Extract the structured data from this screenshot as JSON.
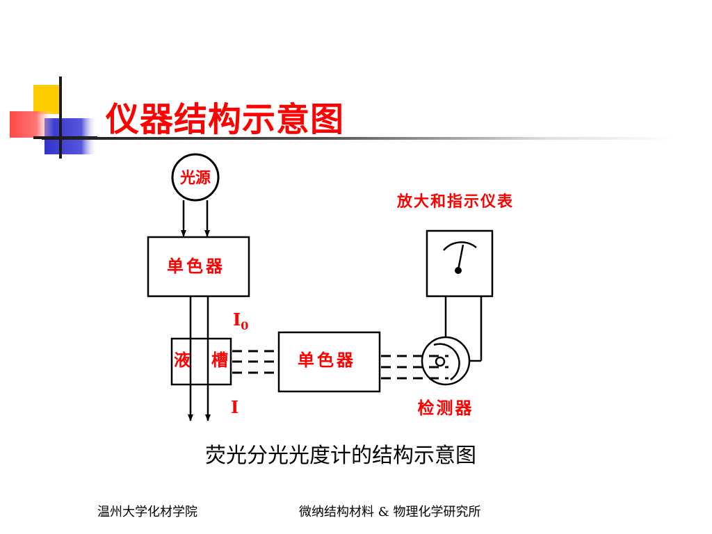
{
  "slide": {
    "title": "仪器结构示意图",
    "caption": "荧光分光光度计的结构示意图"
  },
  "diagram": {
    "light_source": "光源",
    "monochromator_excitation": "单色器",
    "cuvette_left": "液",
    "cuvette_right": "槽",
    "monochromator_emission": "单色器",
    "detector": "检测器",
    "meter": "放大和指示仪表",
    "label_i0_main": "I",
    "label_i0_sub": "0",
    "label_i": "I"
  },
  "footer": {
    "left": "温州大学化材学院",
    "right": "微纳结构材料 & 物理化学研究所"
  },
  "colors": {
    "accent": "#ff0000",
    "logo_yellow": "#ffcc00",
    "logo_blue": "#3333cc",
    "logo_red": "#ff3333"
  }
}
